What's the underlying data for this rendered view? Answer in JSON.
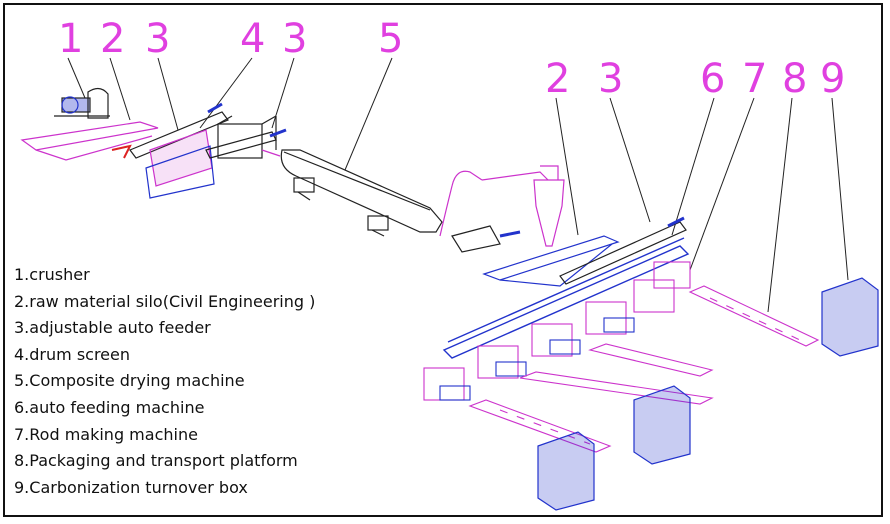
{
  "callout_numbers": [
    "1",
    "2",
    "3",
    "4",
    "3",
    "5",
    "2",
    "3",
    "6",
    "7",
    "8",
    "9"
  ],
  "legend_items": [
    "1.crusher",
    "2.raw material silo(Civil Engineering )",
    "3.adjustable auto feeder",
    "4.drum screen",
    "5.Composite drying machine",
    "6.auto feeding machine",
    "7.Rod making machine",
    "8.Packaging and transport platform",
    "9.Carbonization turnover box"
  ],
  "colors": {
    "callout": "#e040e0",
    "machine_line": "#222222",
    "accent_magenta": "#cc33cc",
    "accent_blue": "#2233cc",
    "accent_red": "#dd2222",
    "border": "#111111"
  }
}
